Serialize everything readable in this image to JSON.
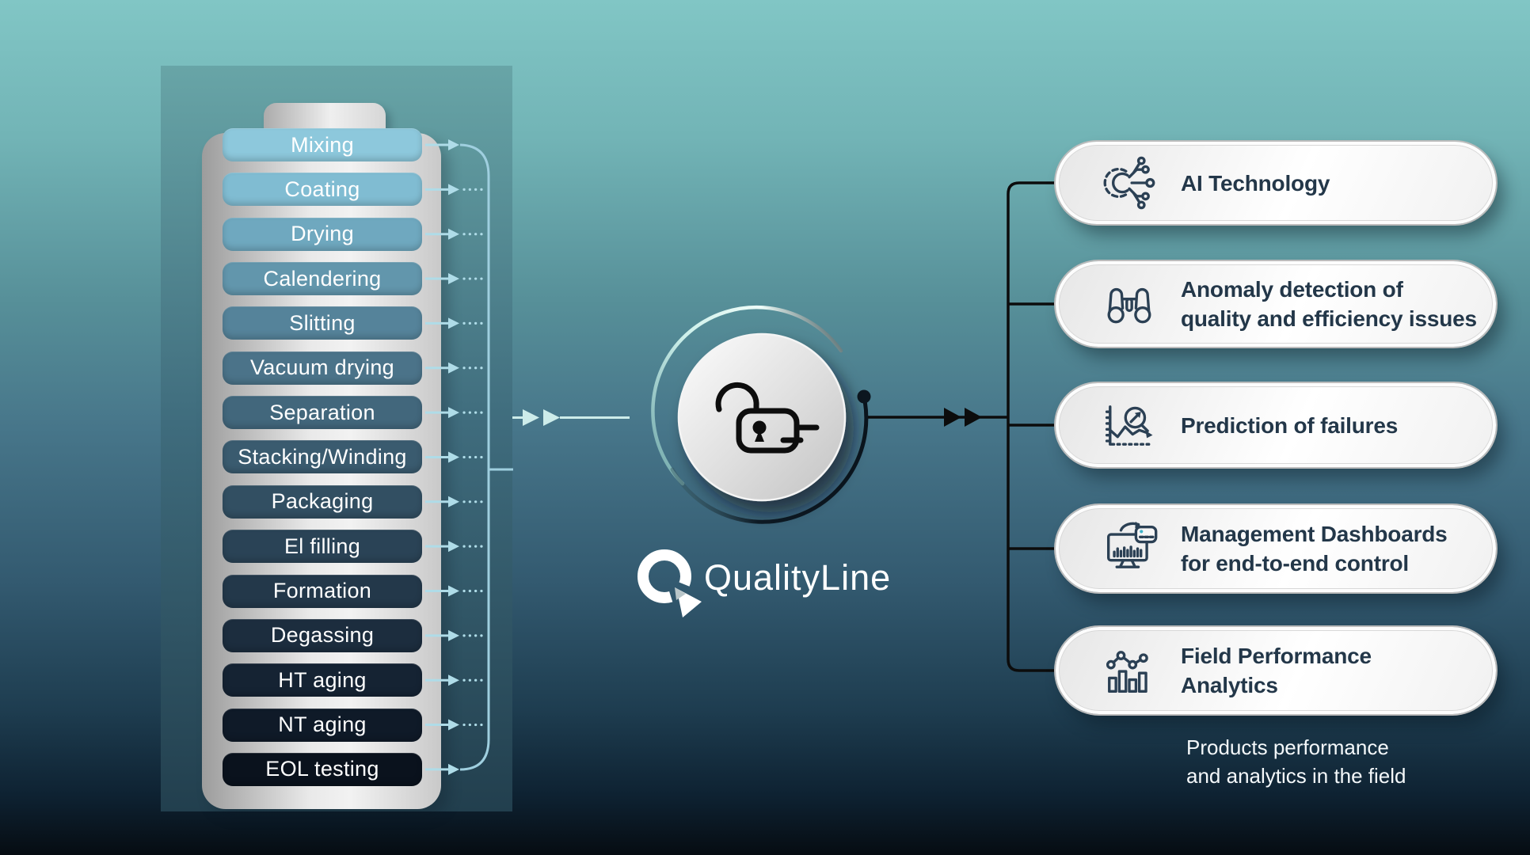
{
  "brand": {
    "name": "QualityLine",
    "logo_icon": "qualityline-q-logo"
  },
  "battery": {
    "steps": [
      {
        "label": "Mixing",
        "color": "#8DC8DC"
      },
      {
        "label": "Coating",
        "color": "#80BCD2"
      },
      {
        "label": "Drying",
        "color": "#6FA8BF"
      },
      {
        "label": "Calendering",
        "color": "#6296AC"
      },
      {
        "label": "Slitting",
        "color": "#55839A"
      },
      {
        "label": "Vacuum drying",
        "color": "#4B7389"
      },
      {
        "label": "Separation",
        "color": "#42677C"
      },
      {
        "label": "Stacking/Winding",
        "color": "#3A5B6F"
      },
      {
        "label": "Packaging",
        "color": "#324F62"
      },
      {
        "label": "El filling",
        "color": "#2A4356"
      },
      {
        "label": "Formation",
        "color": "#23384A"
      },
      {
        "label": "Degassing",
        "color": "#1C2D3E"
      },
      {
        "label": "HT aging",
        "color": "#152333"
      },
      {
        "label": "NT aging",
        "color": "#0F1A28"
      },
      {
        "label": "EOL testing",
        "color": "#0A121D"
      }
    ]
  },
  "center": {
    "lock_icon": "unlocked-padlock-icon"
  },
  "features": [
    {
      "icon": "ai-circuit-icon",
      "lines": [
        "AI Technology",
        ""
      ]
    },
    {
      "icon": "binoculars-icon",
      "lines": [
        "Anomaly detection of",
        "quality and efficiency issues"
      ]
    },
    {
      "icon": "failure-prediction-chart-icon",
      "lines": [
        "Prediction of failures",
        ""
      ]
    },
    {
      "icon": "dashboard-monitor-icon",
      "lines": [
        "Management Dashboards",
        "for end-to-end control"
      ]
    },
    {
      "icon": "field-analytics-icon",
      "lines": [
        "Field Performance",
        "Analytics"
      ]
    }
  ],
  "caption": {
    "lines": [
      "Products performance",
      "and analytics in the field"
    ]
  },
  "colors": {
    "background_top": "#80C5C4",
    "background_bottom": "#060C12",
    "process_arrow": "#AFDCE8",
    "collector_line": "#9FCFDF",
    "feed_arrow_mint": "#CDECEA",
    "connector_black": "#0C0C0C",
    "card_text": "#233749",
    "icon_stroke": "#2B4054",
    "pill_text": "#FFFFFF",
    "dashboard_dot_teal": "#3FB3C9"
  }
}
